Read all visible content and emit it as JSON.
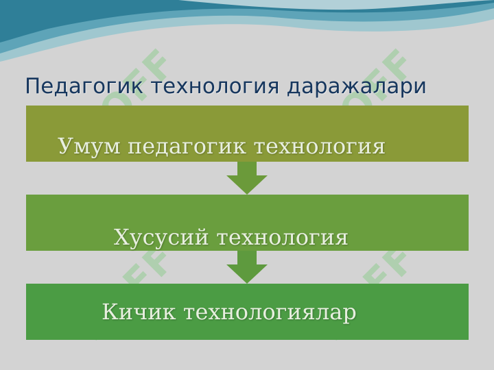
{
  "slide": {
    "title": "Педагогик технология даражалари",
    "levels": [
      {
        "label": "Умум педагогик технология",
        "color": "#8a9a38"
      },
      {
        "label": "Хусусий технология",
        "color": "#6a9e3e"
      },
      {
        "label": "Кичик технологиялар",
        "color": "#4b9c44"
      }
    ],
    "arrow_color": "#6b9a3a",
    "title_color": "#17375e",
    "background_color": "#d3d3d3"
  },
  "watermark": {
    "text": "SOFF"
  }
}
